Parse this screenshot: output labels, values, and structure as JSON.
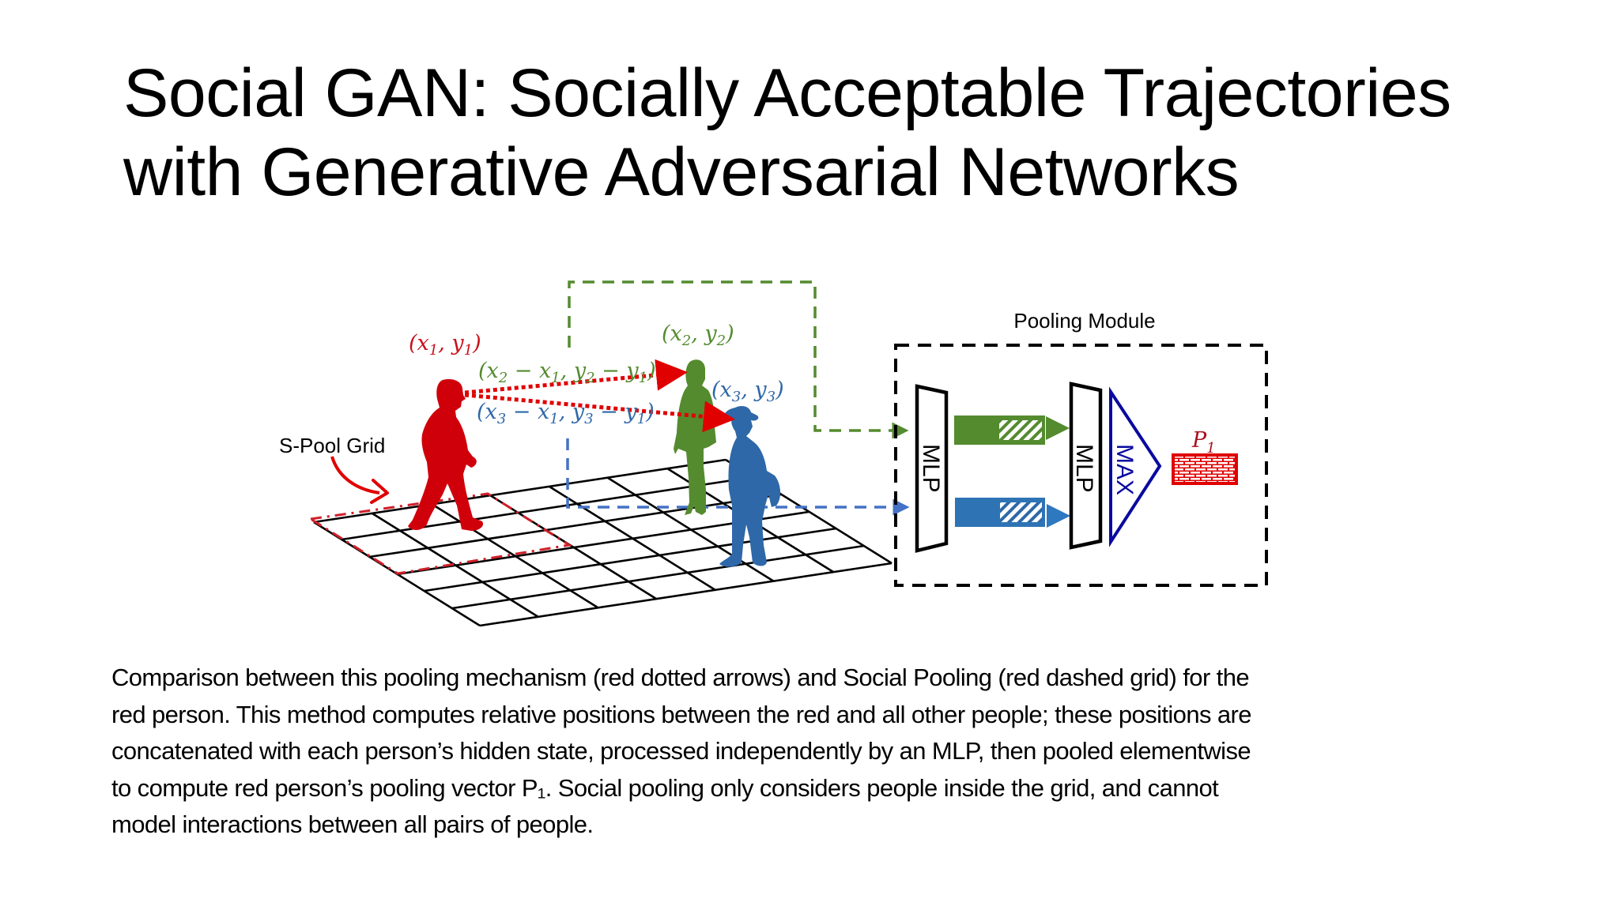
{
  "slide": {
    "title_lines": [
      "Social GAN: Socially Acceptable Trajectories",
      "with Generative Adversarial Networks"
    ],
    "caption_lines": [
      "Comparison between this pooling mechanism (red dotted arrows) and Social Pooling (red dashed grid) for the",
      "red person. This method computes relative positions between the red and all other people; these positions are",
      "concatenated with each person’s hidden state, processed independently by an MLP, then pooled elementwise",
      "to compute red person’s pooling vector P₁. Social pooling only considers people inside the grid, and cannot",
      "model interactions between all pairs of people."
    ]
  },
  "diagram": {
    "grid_label": "S-Pool Grid",
    "pooling_module_label": "Pooling Module",
    "grid": {
      "columns": 7,
      "rows": 6
    },
    "people": [
      {
        "id": "person-1",
        "color": "#d0000b",
        "position_label": {
          "x": "x",
          "xs": "1",
          "y": "y",
          "ys": "1"
        }
      },
      {
        "id": "person-2",
        "color": "#548b2f",
        "position_label": {
          "x": "x",
          "xs": "2",
          "y": "y",
          "ys": "2"
        }
      },
      {
        "id": "person-3",
        "color": "#2e68a8",
        "position_label": {
          "x": "x",
          "xs": "3",
          "y": "y",
          "ys": "3"
        }
      }
    ],
    "relative_labels": [
      {
        "color": "#548b2f",
        "parts": [
          "(x",
          "2",
          " − x",
          "1",
          ", y",
          "2",
          " − y",
          "1",
          ")"
        ]
      },
      {
        "color": "#2e68a8",
        "parts": [
          "(x",
          "3",
          " − x",
          "1",
          ", y",
          "3",
          " − y",
          "1",
          ")"
        ]
      }
    ],
    "mlp_1_label": "MLP",
    "mlp_2_label": "MLP",
    "max_label": "MAX",
    "output_label": {
      "main": "P",
      "sub": "1"
    },
    "colors": {
      "red": "#d0000b",
      "green": "#548b2f",
      "blue": "#2e68a8",
      "dashed_blue": "#4472c4",
      "max_blue": "#0a0aa0",
      "output_red": "#e00000",
      "output_label": "#a8101c",
      "black": "#000000"
    }
  }
}
